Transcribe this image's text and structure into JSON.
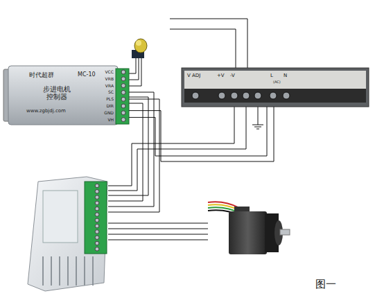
{
  "diagram": {
    "caption": "图一",
    "nodes": [
      {
        "text": [
          "时代超群",
          "MC-10",
          "步进电机 控制器",
          "www.zgbjdj.com"
        ]
      },
      {
        "text": [
          "V ADJ",
          "+V",
          "-V",
          "L",
          "N",
          "(AC)"
        ]
      }
    ],
    "edges": [
      {
        "from": 0,
        "to": 1,
        "arrow": "none"
      }
    ],
    "labels": [
      "VCC",
      "VRB",
      "VRA",
      "SC",
      "PLS",
      "DIR",
      "GND",
      "VH"
    ]
  }
}
